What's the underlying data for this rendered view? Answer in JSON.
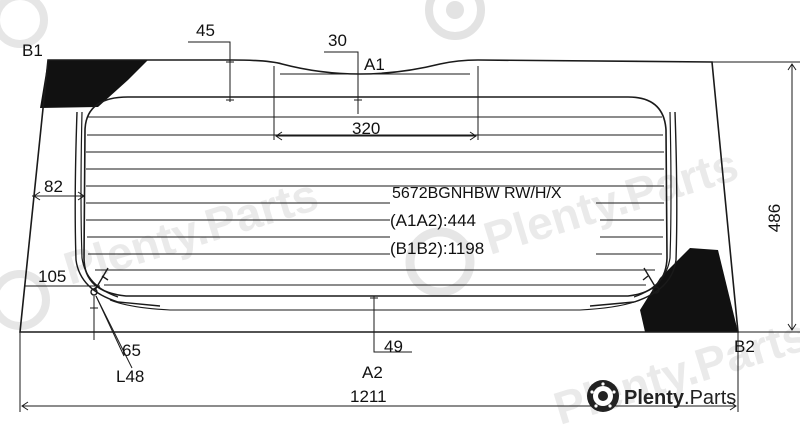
{
  "labels": {
    "b1": "B1",
    "b2": "B2",
    "a1": "A1",
    "a2": "A2"
  },
  "dimensions": {
    "d45": "45",
    "d30": "30",
    "d320": "320",
    "d82": "82",
    "d105": "105",
    "d65": "65",
    "dL48": "L48",
    "d49": "49",
    "d486": "486",
    "d1211": "1211"
  },
  "spec": {
    "code": "5672BGNHBW RW/H/X",
    "a1a2": "(A1A2):444",
    "b1b2": "(B1B2):1198"
  },
  "brand": {
    "name": "Plenty",
    "suffix": ".Parts"
  },
  "watermark": {
    "text": "Plenty.Parts"
  },
  "colors": {
    "line": "#1a1a1a",
    "frit": "#111111",
    "watermark": "#d9d9d9"
  },
  "icons": [
    "brake-disc-logo-icon"
  ]
}
